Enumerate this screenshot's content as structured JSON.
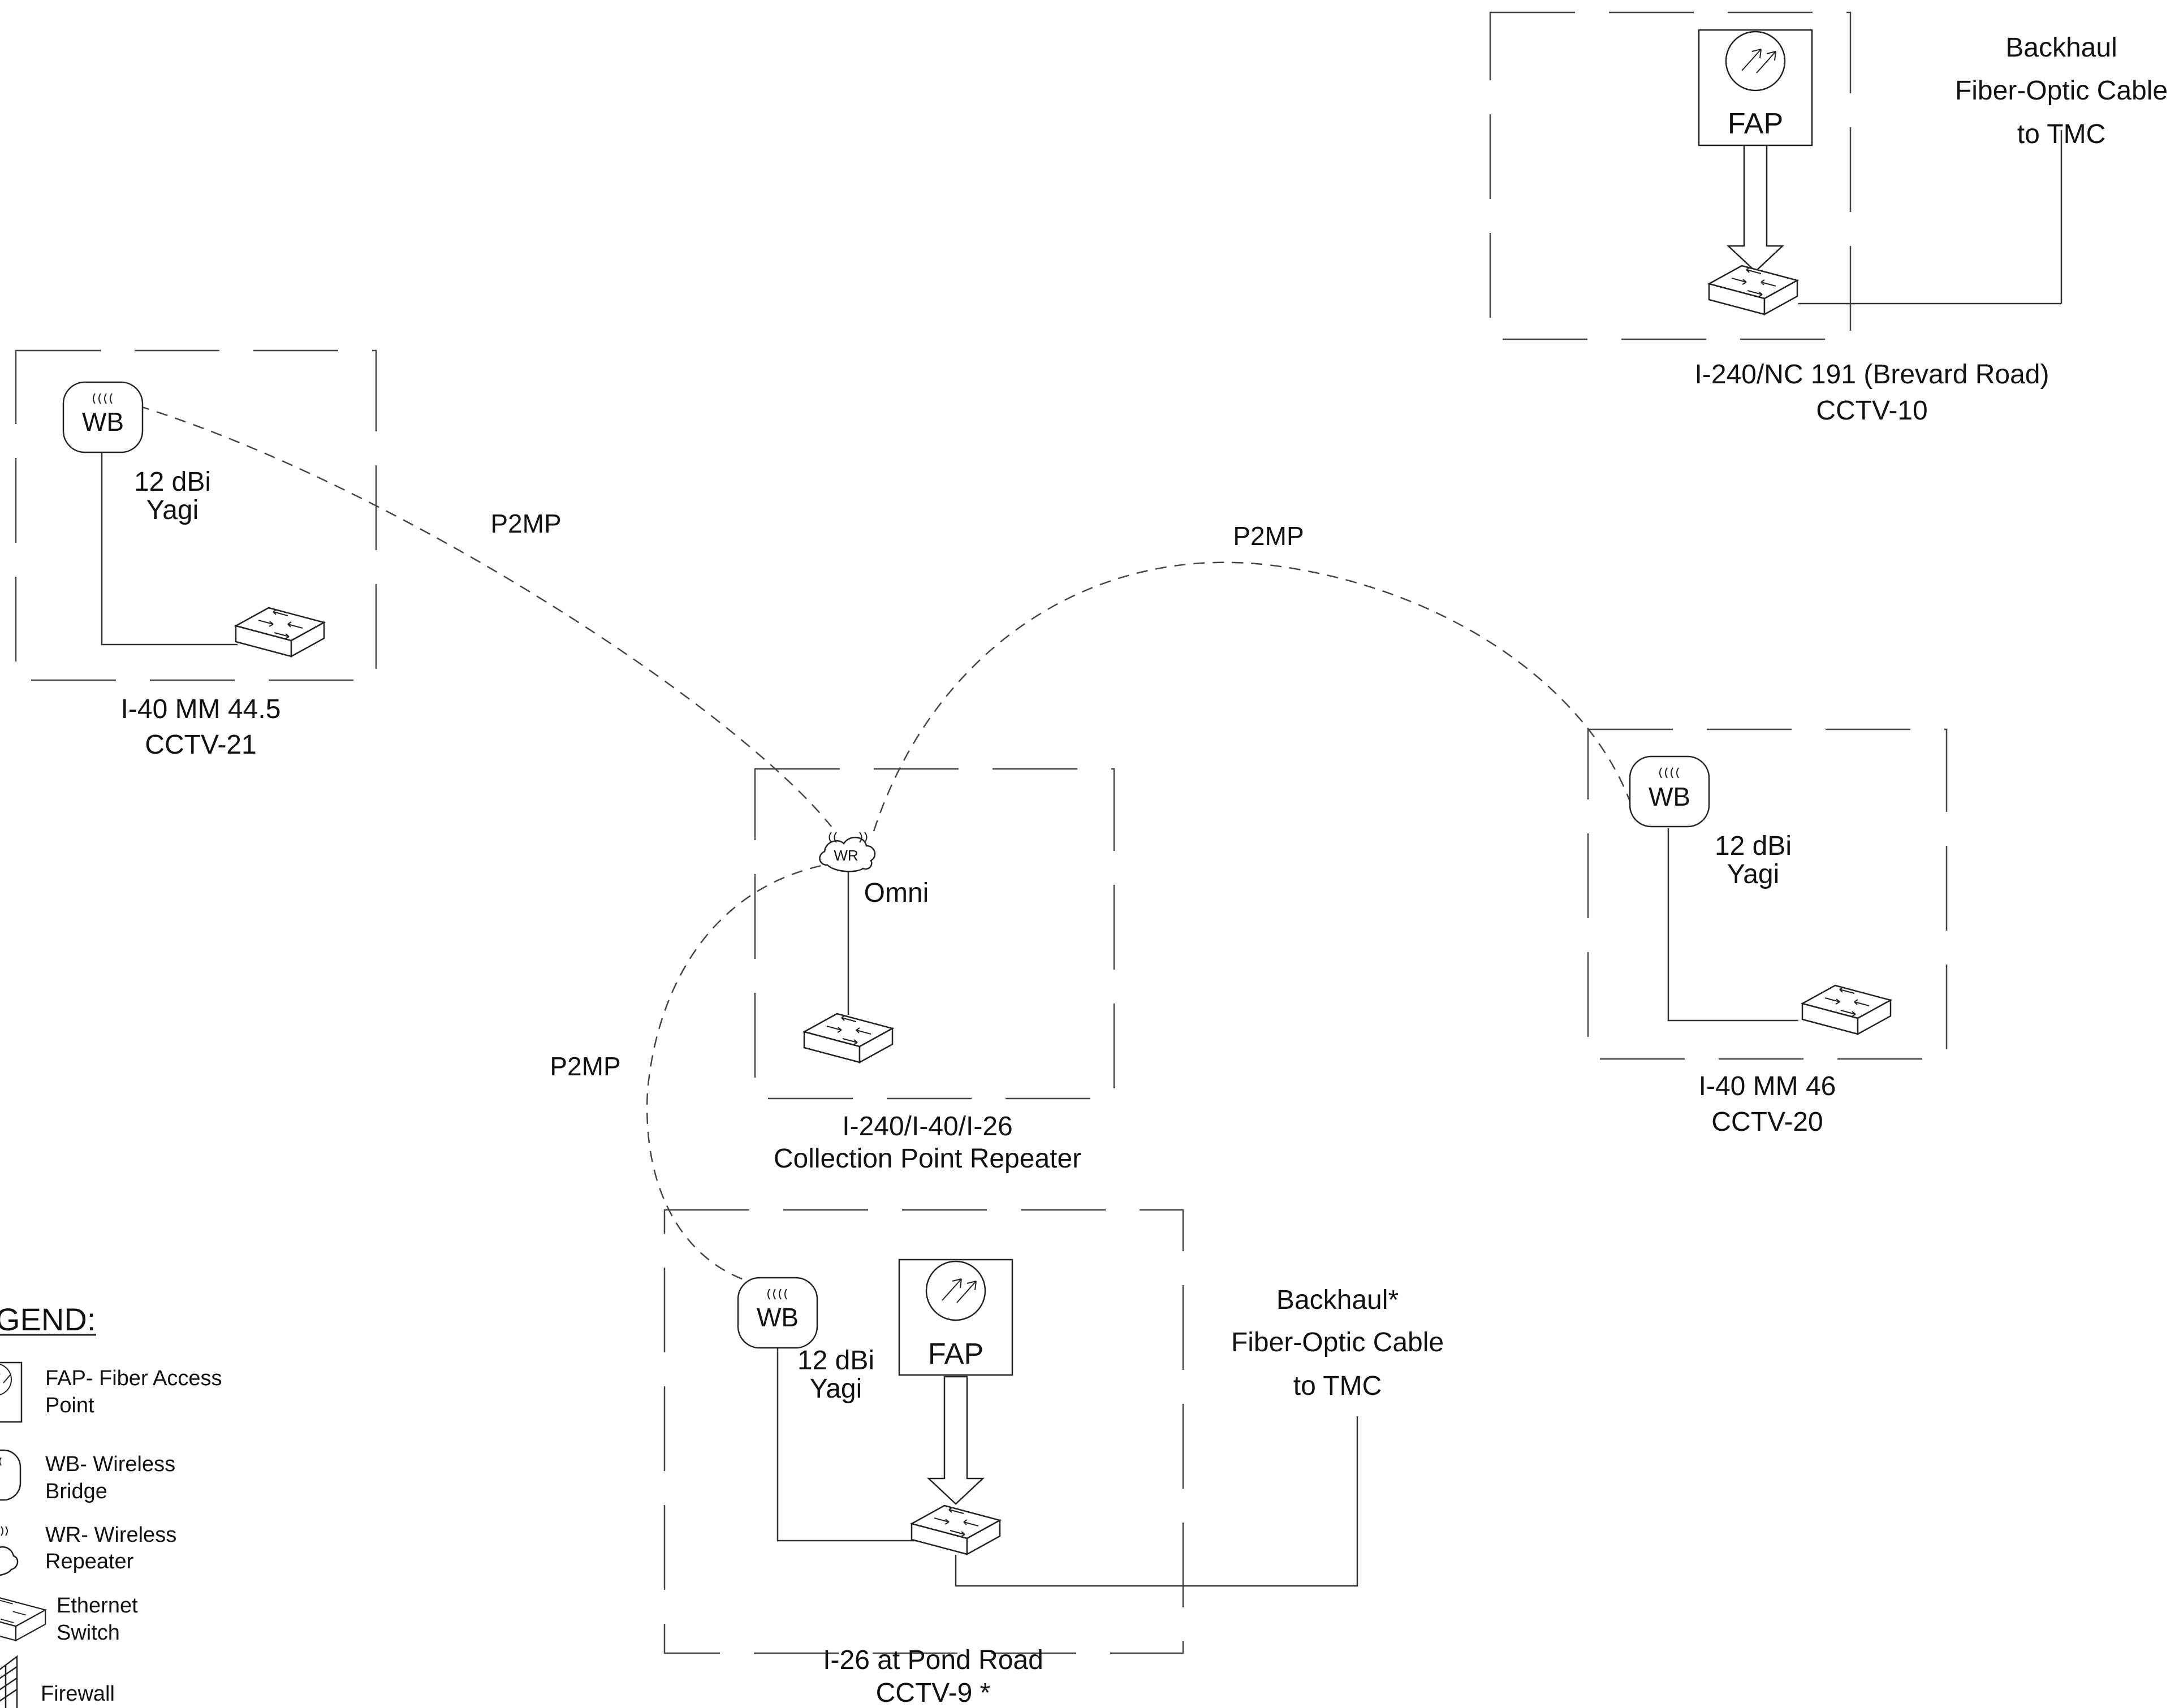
{
  "colors": {
    "line": "#222222",
    "text": "#111111",
    "background": "#ffffff"
  },
  "sites": {
    "cctv10": {
      "name": "I-240/NC 191 (Brevard Road)",
      "id": "CCTV-10",
      "backhaul": [
        "Backhaul",
        "Fiber-Optic Cable",
        "to TMC"
      ]
    },
    "cctv21": {
      "name": "I-40 MM 44.5",
      "id": "CCTV-21",
      "antenna": [
        "12 dBi",
        "Yagi"
      ]
    },
    "repeater": {
      "name": "I-240/I-40/I-26",
      "id": "Collection Point Repeater",
      "antenna": "Omni"
    },
    "cctv20": {
      "name": "I-40 MM 46",
      "id": "CCTV-20",
      "antenna": [
        "12 dBi",
        "Yagi"
      ]
    },
    "cctv9": {
      "name": "I-26 at Pond Road",
      "id": "CCTV-9 *",
      "antenna": [
        "12 dBi",
        "Yagi"
      ],
      "backhaul": [
        "Backhaul*",
        "Fiber-Optic Cable",
        "to TMC"
      ]
    }
  },
  "links": {
    "p2mp_label": "P2MP"
  },
  "device_labels": {
    "fap": "FAP",
    "wb": "WB",
    "wr": "WR"
  },
  "legend": {
    "title": "GEND:",
    "items": [
      {
        "icon": "fap-icon",
        "lines": [
          "FAP- Fiber Access",
          "Point"
        ]
      },
      {
        "icon": "wb-icon",
        "lines": [
          "WB- Wireless",
          "Bridge"
        ]
      },
      {
        "icon": "wr-icon",
        "lines": [
          "WR- Wireless",
          "Repeater"
        ]
      },
      {
        "icon": "ethernet-switch-icon",
        "lines": [
          "Ethernet",
          "Switch"
        ]
      },
      {
        "icon": "firewall-icon",
        "lines": [
          "Firewall"
        ]
      }
    ]
  }
}
